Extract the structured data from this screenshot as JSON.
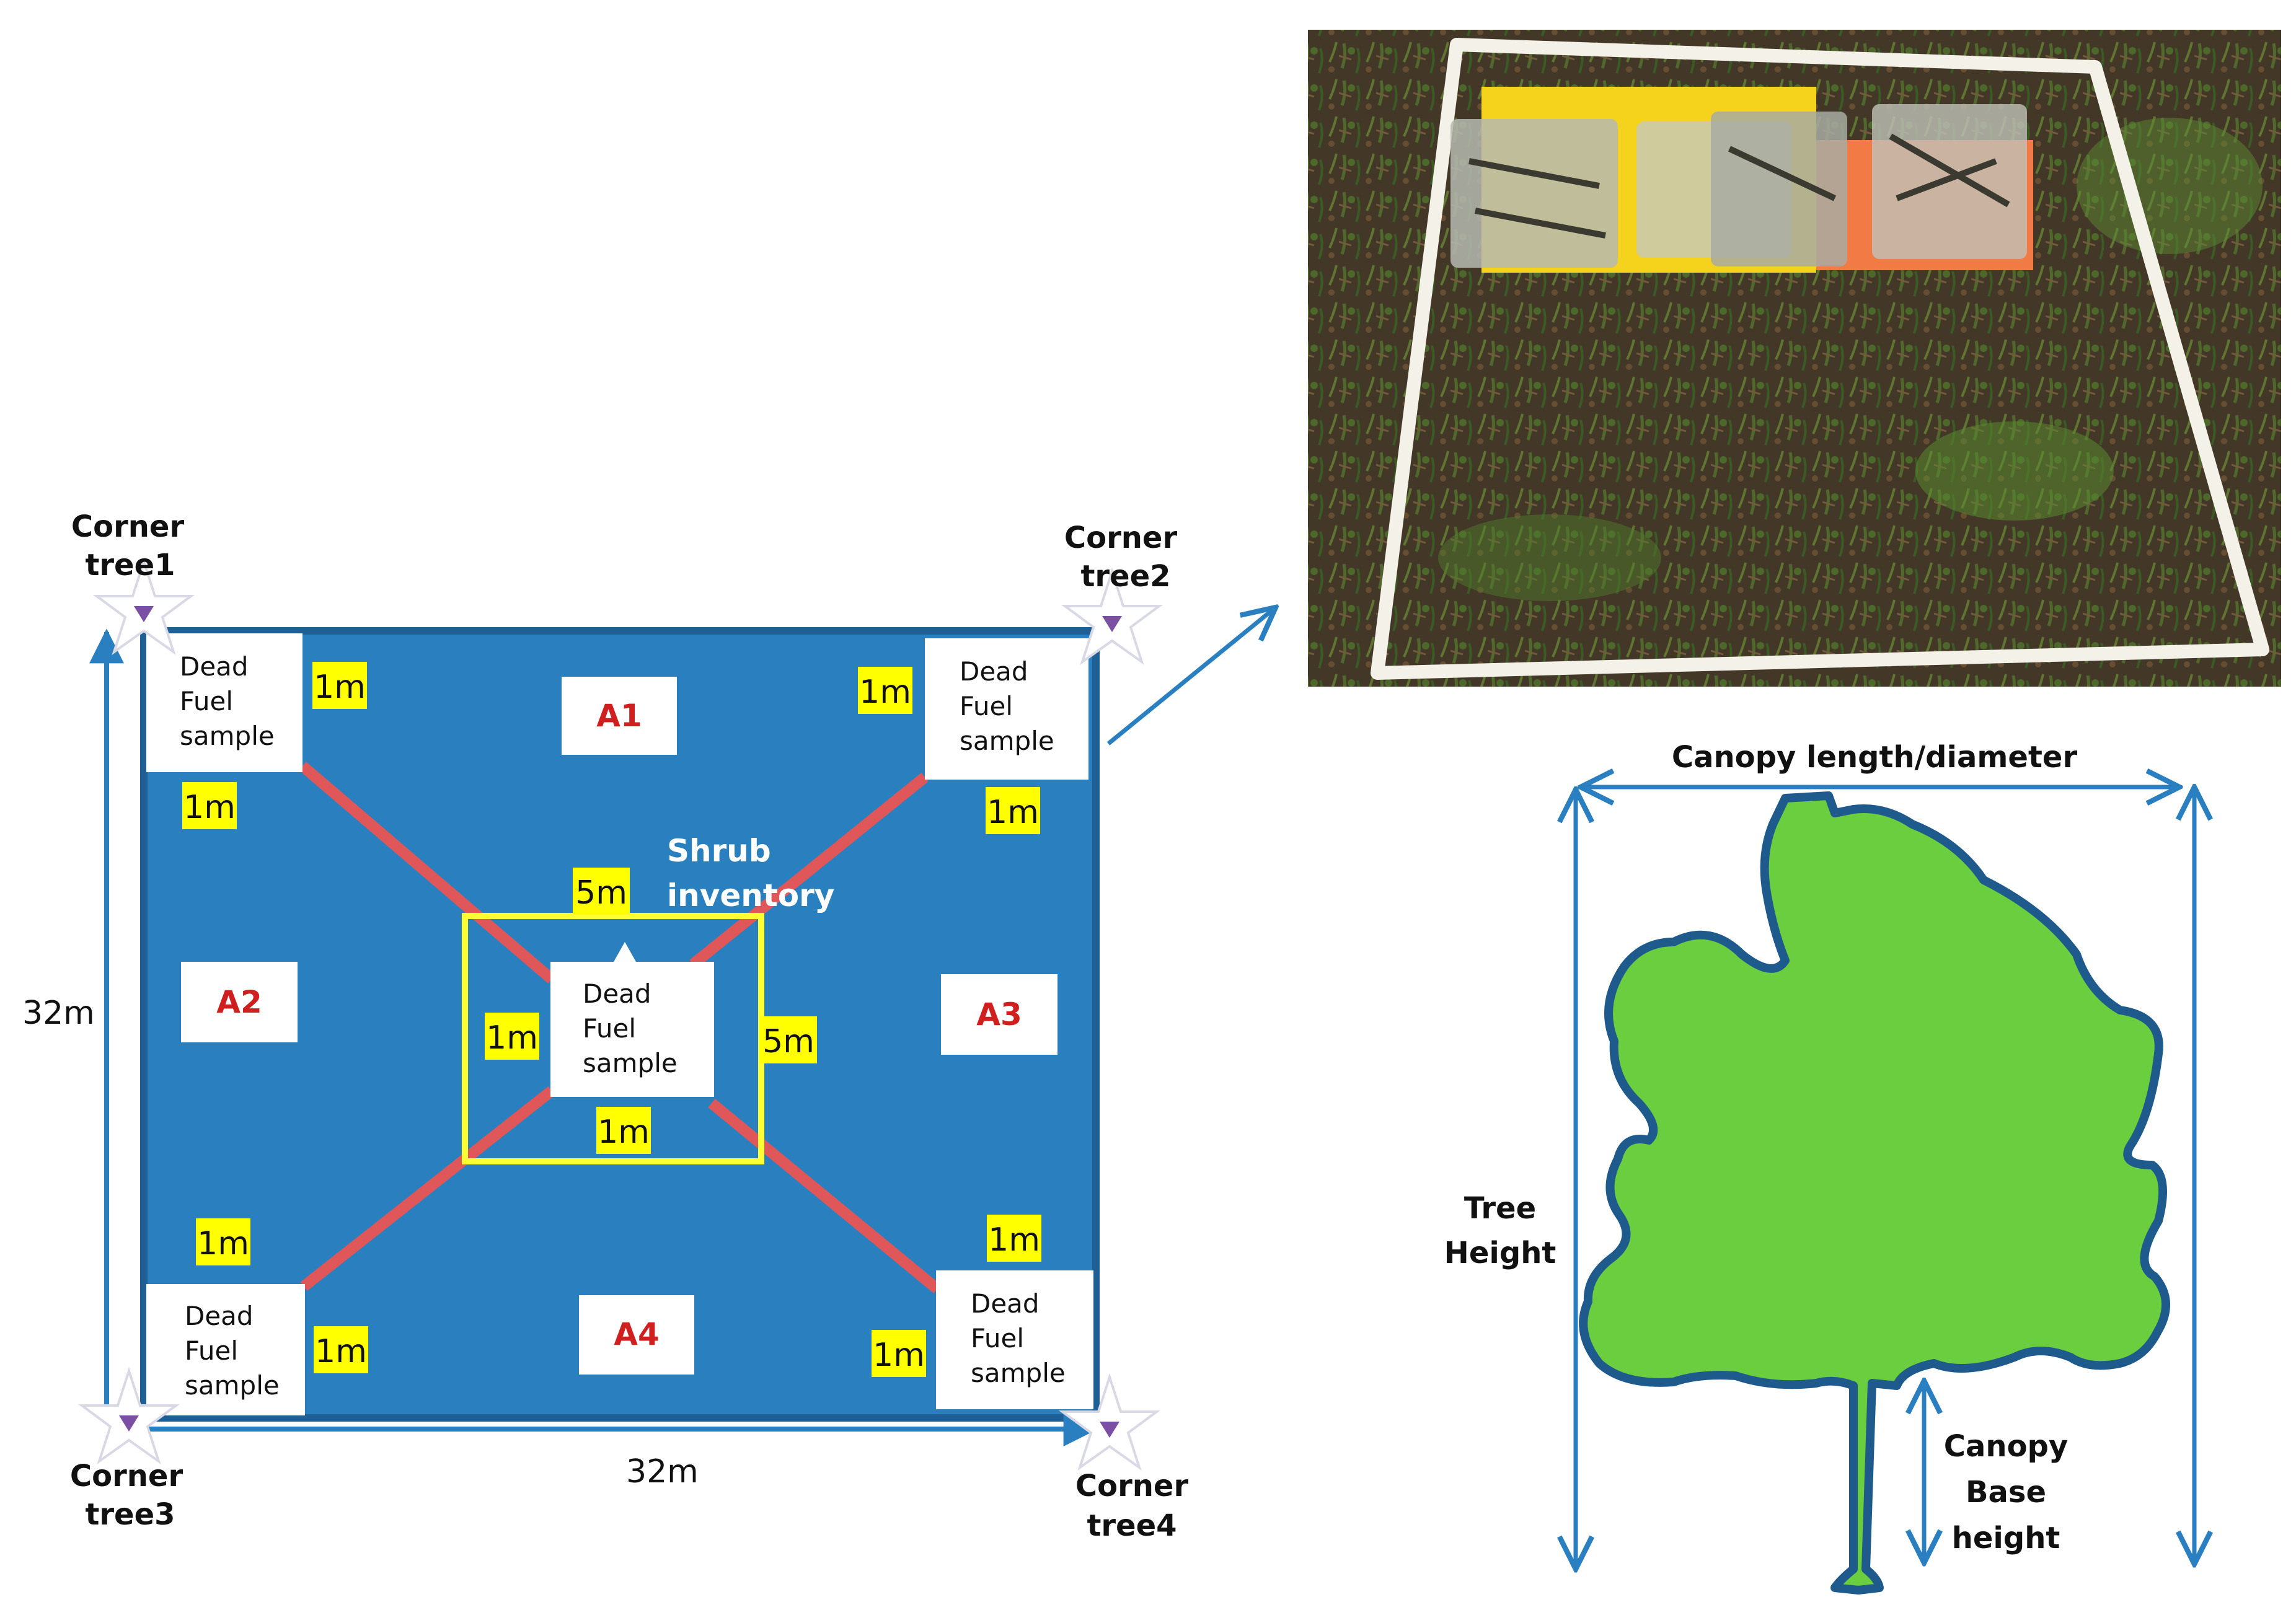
{
  "colors": {
    "plot_fill": "#2a80bf",
    "plot_border": "#1f5f94",
    "diagonal": "#e0575a",
    "shrub_box": "#ffff33",
    "tag_fill": "#ffff00",
    "arrow": "#2a7fc0",
    "canopy_fill": "#6ace3f",
    "canopy_outline": "#1f5a8c",
    "area_label": "#d01f1f"
  },
  "plot": {
    "corners": {
      "tree1": [
        "Corner",
        "tree1"
      ],
      "tree2": [
        "Corner",
        "tree2"
      ],
      "tree3": [
        "Corner",
        "tree3"
      ],
      "tree4": [
        "Corner",
        "tree4"
      ]
    },
    "side_left": "32m",
    "side_bottom": "32m",
    "areas": {
      "a1": "A1",
      "a2": "A2",
      "a3": "A3",
      "a4": "A4"
    },
    "sample_label": [
      "Dead",
      "Fuel",
      "sample"
    ],
    "one_m": "1m",
    "five_m": "5m",
    "shrub_label": [
      "Shrub",
      "inventory"
    ]
  },
  "photo": {
    "icon": "quadrat-photo-icon"
  },
  "tree": {
    "canopy_label": "Canopy length/diameter",
    "height_label": [
      "Tree",
      "Height"
    ],
    "base_label": [
      "Canopy",
      "Base",
      "height"
    ]
  }
}
